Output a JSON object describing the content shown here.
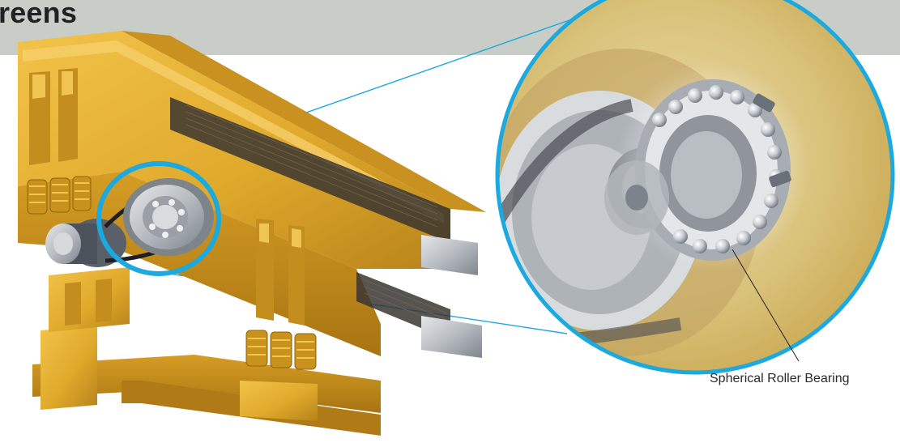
{
  "header": {
    "title": "reens",
    "band_color": "#c8cdc7"
  },
  "illustration": {
    "machine_color": "#e0aa2c",
    "highlight_ring_color": "#1ba9df",
    "subject": "vibrating-screen-with-bearing-detail"
  },
  "callout": {
    "label": "Spherical Roller Bearing"
  }
}
